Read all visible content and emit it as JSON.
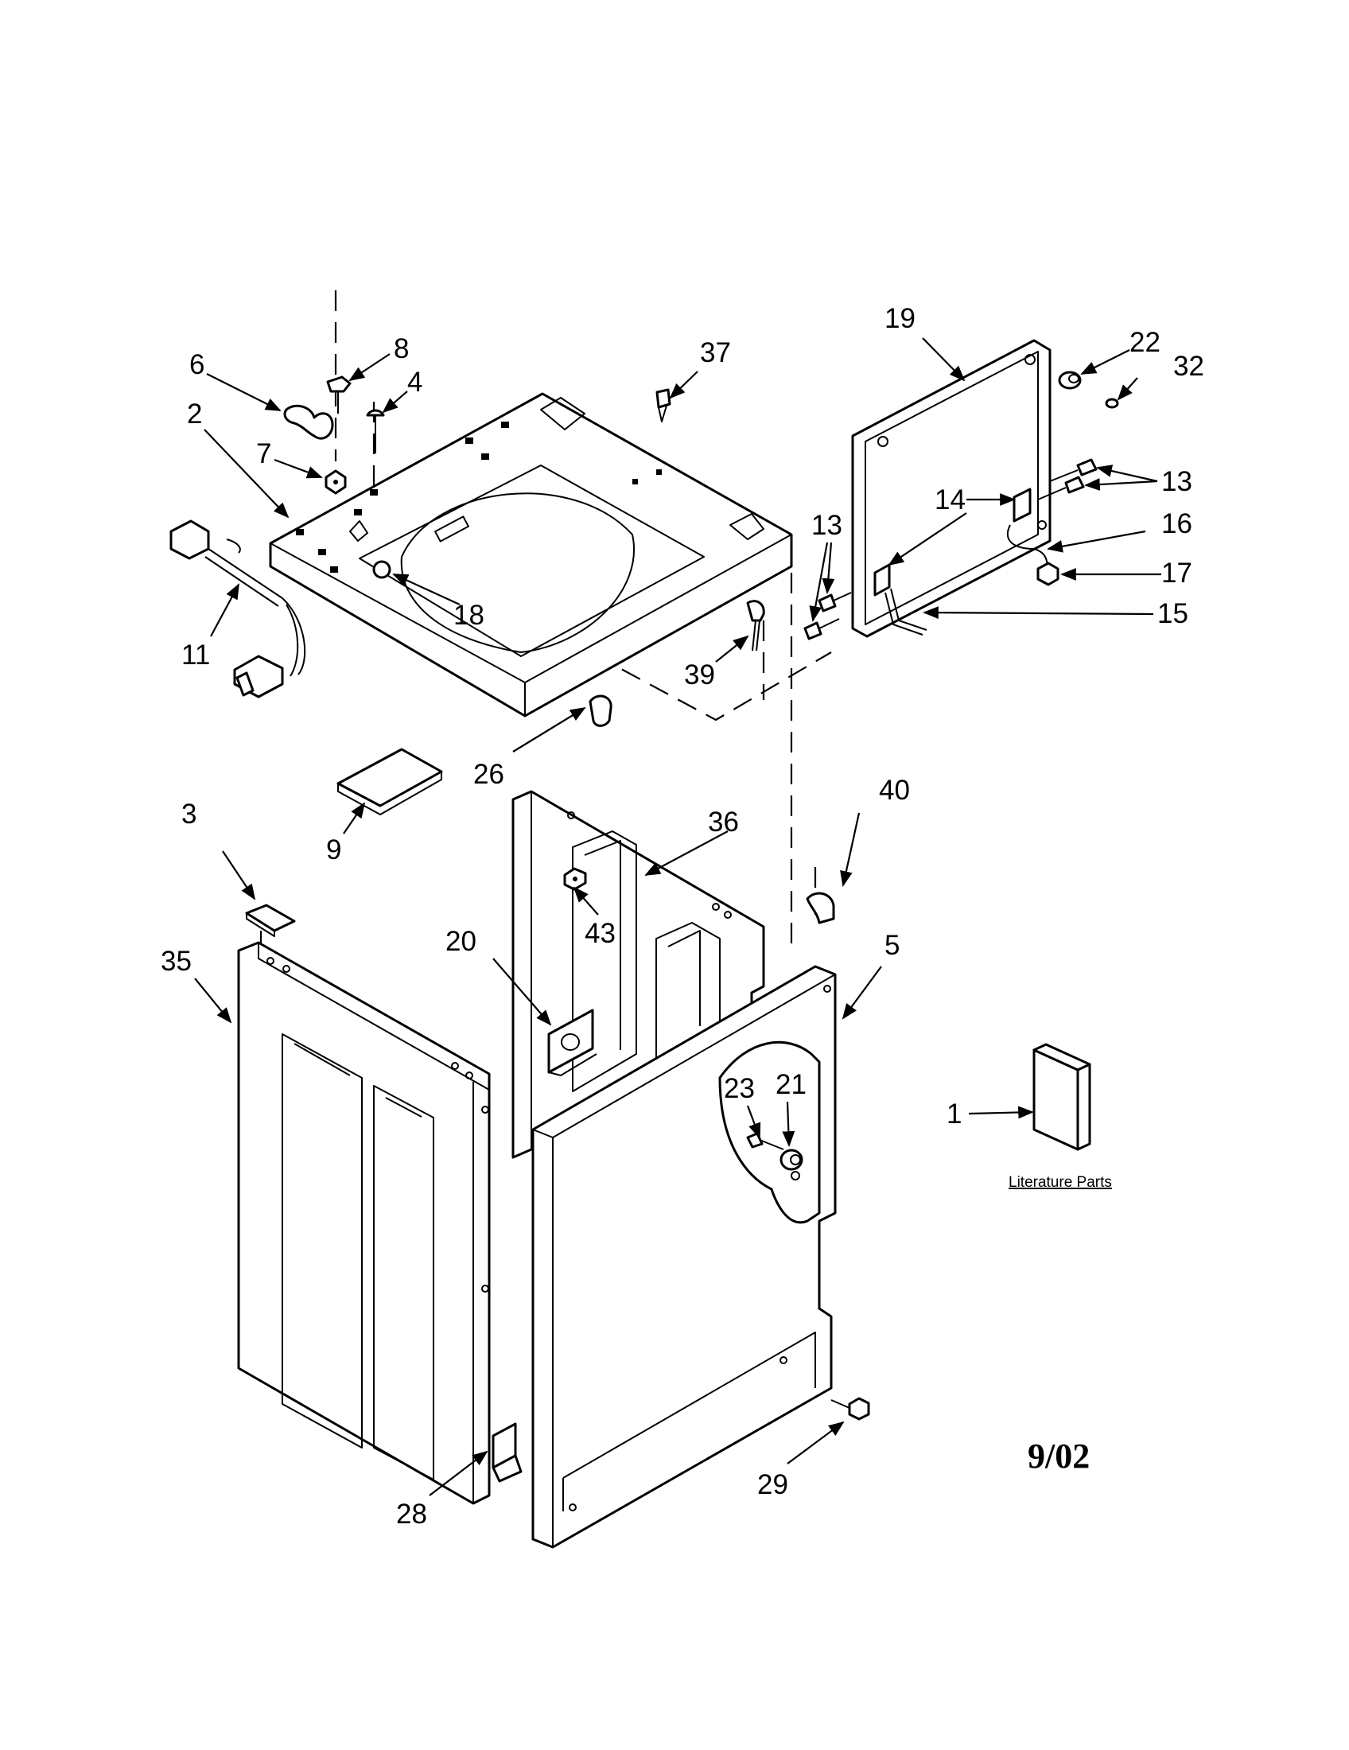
{
  "labels": [
    {
      "id": "1",
      "text": "1"
    },
    {
      "id": "2",
      "text": "2"
    },
    {
      "id": "3",
      "text": "3"
    },
    {
      "id": "4",
      "text": "4"
    },
    {
      "id": "5",
      "text": "5"
    },
    {
      "id": "6",
      "text": "6"
    },
    {
      "id": "7",
      "text": "7"
    },
    {
      "id": "8",
      "text": "8"
    },
    {
      "id": "9",
      "text": "9"
    },
    {
      "id": "11",
      "text": "11"
    },
    {
      "id": "13a",
      "text": "13"
    },
    {
      "id": "13b",
      "text": "13"
    },
    {
      "id": "14",
      "text": "14"
    },
    {
      "id": "15",
      "text": "15"
    },
    {
      "id": "16",
      "text": "16"
    },
    {
      "id": "17",
      "text": "17"
    },
    {
      "id": "18",
      "text": "18"
    },
    {
      "id": "19",
      "text": "19"
    },
    {
      "id": "20",
      "text": "20"
    },
    {
      "id": "21",
      "text": "21"
    },
    {
      "id": "22",
      "text": "22"
    },
    {
      "id": "23",
      "text": "23"
    },
    {
      "id": "26",
      "text": "26"
    },
    {
      "id": "28",
      "text": "28"
    },
    {
      "id": "29",
      "text": "29"
    },
    {
      "id": "32",
      "text": "32"
    },
    {
      "id": "35",
      "text": "35"
    },
    {
      "id": "36",
      "text": "36"
    },
    {
      "id": "37",
      "text": "37"
    },
    {
      "id": "39",
      "text": "39"
    },
    {
      "id": "40",
      "text": "40"
    },
    {
      "id": "43",
      "text": "43"
    }
  ],
  "literature_label": "Literature Parts",
  "date_code": "9/02"
}
